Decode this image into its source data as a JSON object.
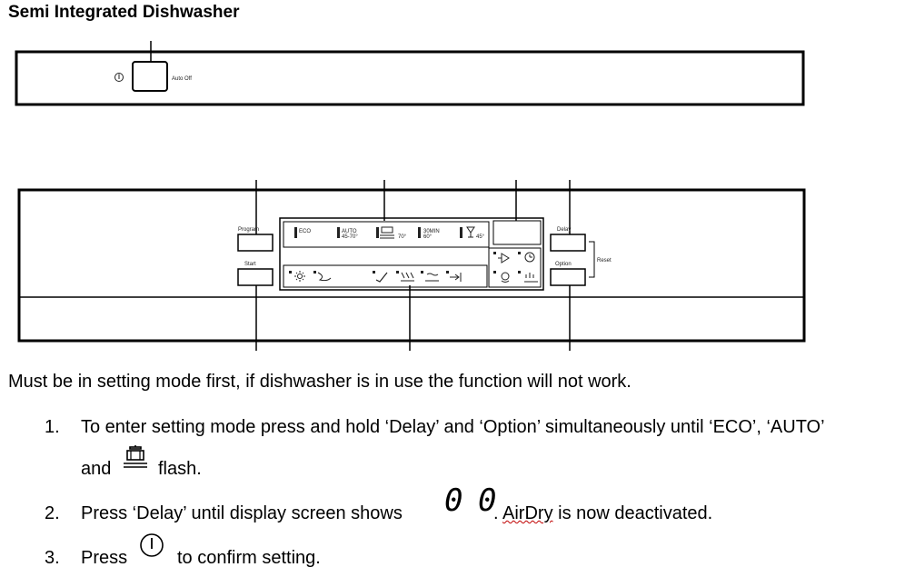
{
  "title": "Semi Integrated Dishwasher",
  "top_panel": {
    "auto_off_label": "Auto Off"
  },
  "control_panel": {
    "program_label": "Program",
    "start_label": "Start",
    "delay_label": "Delay",
    "option_label": "Option",
    "reset_label": "Reset",
    "programs": [
      {
        "label": "ECO"
      },
      {
        "label": "AUTO",
        "sub": "45-70°"
      },
      {
        "label": "70°"
      },
      {
        "label": "30MIN",
        "sub": "60°"
      },
      {
        "label": "45°"
      }
    ]
  },
  "intro": "Must be in setting mode first, if dishwasher is in use the function will not work.",
  "steps": [
    {
      "number": "1.",
      "line1": "To enter setting mode press and hold ‘Delay’ and ‘Option’ simultaneously until ‘ECO’, ‘AUTO’",
      "line2_a": "and",
      "line2_b": "flash."
    },
    {
      "number": "2.",
      "text_a": "Press ‘Delay’ until display screen shows",
      "display_value": "0 0",
      "text_b": ". ",
      "text_airdry": "AirDry",
      "text_c": " is now deactivated."
    },
    {
      "number": "3.",
      "text_a": "Press",
      "text_b": "to confirm setting."
    }
  ]
}
